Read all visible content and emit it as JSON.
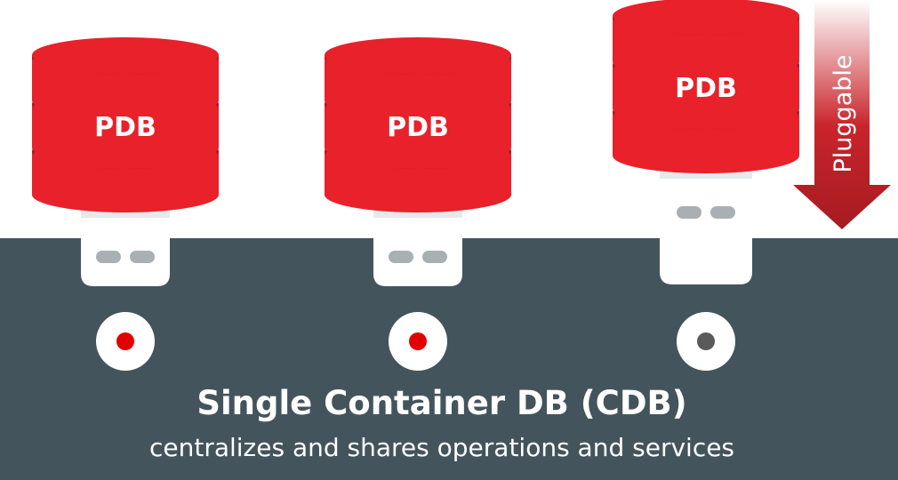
{
  "container": {
    "title": "Single Container DB (CDB)",
    "subtitle": "centralizes and shares operations and services",
    "color": "#44545c"
  },
  "databases": [
    {
      "label": "PDB",
      "plugged": true
    },
    {
      "label": "PDB",
      "plugged": true
    },
    {
      "label": "PDB",
      "plugged": false
    }
  ],
  "arrow": {
    "label": "Pluggable"
  },
  "colors": {
    "disk": "#e8212a",
    "disk_dark": "#a31b21",
    "indicator_active": "#e00000",
    "indicator_inactive": "#5a5a5a",
    "usb_plug": "#ffffff",
    "usb_hole": "#a9b0b4"
  }
}
